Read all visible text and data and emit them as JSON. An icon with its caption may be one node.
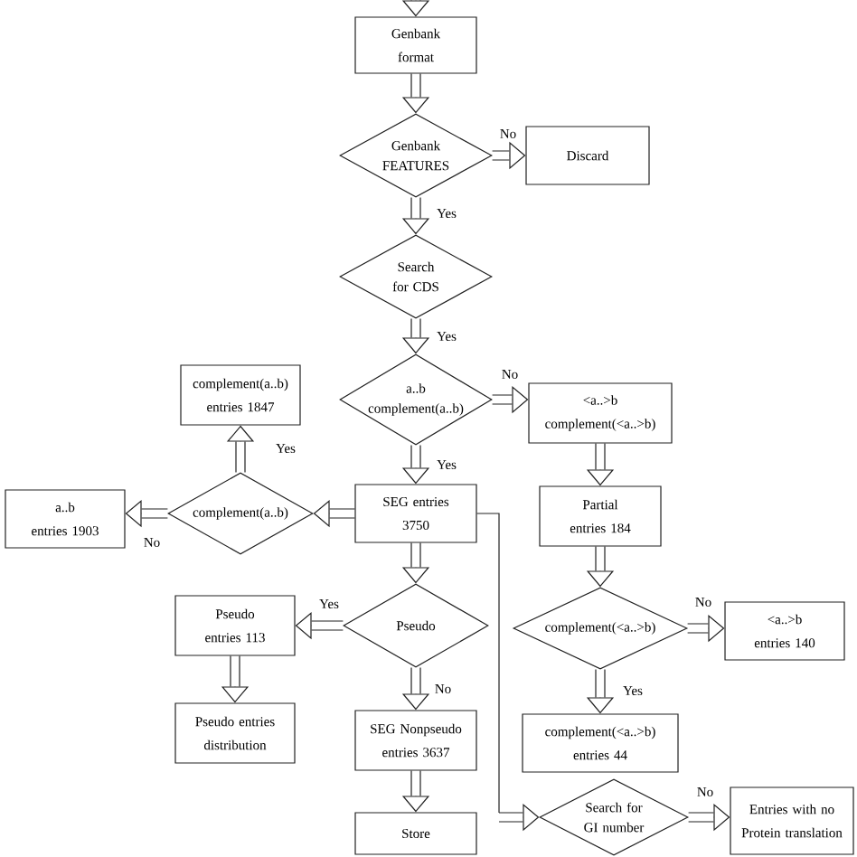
{
  "diagram": {
    "nodes": [
      {
        "text": [
          "Genbank format"
        ]
      },
      {
        "text": [
          "Genbank FEATURES"
        ]
      },
      {
        "text": [
          "Discard"
        ]
      },
      {
        "text": [
          "Search for CDS"
        ]
      },
      {
        "text": [
          "a..b",
          "complement(a..b)"
        ]
      },
      {
        "text": [
          "<a..>b",
          "complement(<a..>b)"
        ]
      },
      {
        "text": [
          "complement(a..b)",
          "entries 1847"
        ]
      },
      {
        "text": [
          "a..b",
          "entries 1903"
        ]
      },
      {
        "text": [
          "complement(a..b)"
        ]
      },
      {
        "text": [
          "SEG entries 3750"
        ]
      },
      {
        "text": [
          "Partial",
          "entries 184"
        ]
      },
      {
        "text": [
          "Pseudo",
          "entries 113"
        ]
      },
      {
        "text": [
          "Pseudo"
        ]
      },
      {
        "text": [
          "complement(<a..>b)"
        ]
      },
      {
        "text": [
          "<a..>b",
          "entries 140"
        ]
      },
      {
        "text": [
          "Pseudo entries distribution"
        ]
      },
      {
        "text": [
          "SEG Nonpseudo",
          "entries 3637"
        ]
      },
      {
        "text": [
          "complement(<a..>b)",
          "entries 44"
        ]
      },
      {
        "text": [
          "Search for GI number"
        ]
      },
      {
        "text": [
          "Entries with no Protein translation"
        ]
      },
      {
        "text": [
          "Store"
        ]
      }
    ],
    "edges": [
      {
        "from": null,
        "to": 0,
        "arrow": "to"
      },
      {
        "from": 0,
        "to": 1,
        "arrow": "to"
      },
      {
        "from": 1,
        "to": 2,
        "arrow": "to",
        "label": "No"
      },
      {
        "from": 1,
        "to": 3,
        "arrow": "to",
        "label": "Yes"
      },
      {
        "from": 3,
        "to": 4,
        "arrow": "to",
        "label": "Yes"
      },
      {
        "from": 4,
        "to": 5,
        "arrow": "to",
        "label": "No"
      },
      {
        "from": 4,
        "to": 9,
        "arrow": "to",
        "label": "Yes"
      },
      {
        "from": 9,
        "to": 8,
        "arrow": "to"
      },
      {
        "from": 8,
        "to": 6,
        "arrow": "to",
        "label": "Yes"
      },
      {
        "from": 8,
        "to": 7,
        "arrow": "to",
        "label": "No"
      },
      {
        "from": 5,
        "to": 10,
        "arrow": "to"
      },
      {
        "from": 10,
        "to": 13,
        "arrow": "to"
      },
      {
        "from": 9,
        "to": 12,
        "arrow": "to"
      },
      {
        "from": 12,
        "to": 11,
        "arrow": "to",
        "label": "Yes"
      },
      {
        "from": 12,
        "to": 16,
        "arrow": "to",
        "label": "No"
      },
      {
        "from": 13,
        "to": 14,
        "arrow": "to",
        "label": "No"
      },
      {
        "from": 13,
        "to": 17,
        "arrow": "to",
        "label": "Yes"
      },
      {
        "from": 11,
        "to": 15,
        "arrow": "to"
      },
      {
        "from": 16,
        "to": 20,
        "arrow": "to"
      },
      {
        "from": 9,
        "to": 18,
        "arrow": "to"
      },
      {
        "from": 18,
        "to": 19,
        "arrow": "to",
        "label": "No"
      }
    ]
  }
}
